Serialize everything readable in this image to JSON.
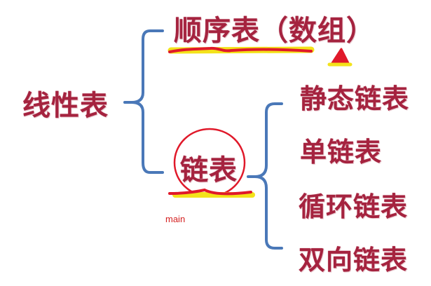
{
  "diagram": {
    "root": "线性表",
    "branches": [
      {
        "label": "顺序表（数组）"
      },
      {
        "label": "链表"
      }
    ],
    "linked_children": [
      "静态链表",
      "单链表",
      "循环链表",
      "双向链表"
    ],
    "annotation": "main"
  },
  "colors": {
    "text": "#a5233f",
    "bracket": "#4a78b8",
    "ink_red": "#e0192a",
    "highlight": "#f3e21a"
  }
}
